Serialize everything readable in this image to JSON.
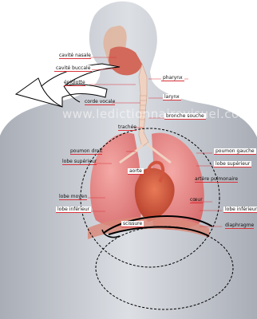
{
  "labels": {
    "cavite_nasale": "cavité nasale",
    "cavite_buccale": "cavité buccale",
    "pharynx": "pharynx",
    "epiglotte": "épiglotte",
    "larynx": "larynx",
    "corde_vocale": "corde vocale",
    "bronche_souche": "bronche souche",
    "trachee": "trachée",
    "poumon_droit": "poumon droit",
    "poumon_gauche": "poumon gauche",
    "lobe_superieur_droit": "lobe supérieur",
    "lobe_superieur_gauche": "lobe supérieur",
    "aorte": "aorte",
    "artere_pulmonaire": "artère pulmonaire",
    "lobe_moyen": "lobe moyen",
    "coeur": "cœur",
    "lobe_inferieur_droit": "lobe inférieur",
    "lobe_inferieur_gauche": "lobe inférieur",
    "diaphragme": "diaphragme",
    "scissure": "scissure"
  },
  "watermark": "www.ledictionnairevisuel.com",
  "colors": {
    "body_skin": "#c9ccd2",
    "lung": "#e58f8f",
    "label_line": "#d9333a",
    "annotation": "#000000"
  }
}
